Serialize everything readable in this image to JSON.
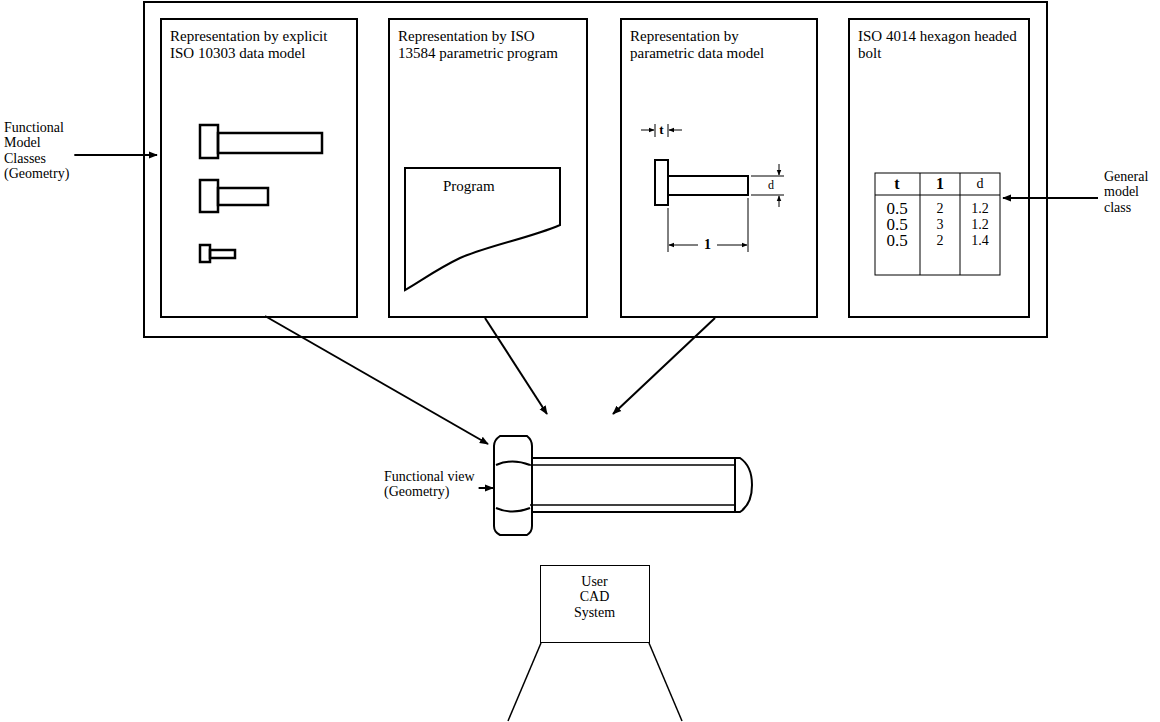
{
  "diagram": {
    "nodes": [
      {
        "text": [
          "Functional Model Classes (Geometry)"
        ]
      },
      {
        "text": [
          "Representation by explicit ISO 10303 data model"
        ],
        "in": 0
      },
      {
        "text": [
          "Representation by ISO 13584 parametric program"
        ],
        "in": 0
      },
      {
        "text": [
          "Program"
        ],
        "in": 2
      },
      {
        "text": [
          "Representation by parametric data model"
        ],
        "in": 0
      },
      {
        "text": [
          "ISO 4014 hexagon headed bolt"
        ],
        "in": 0
      },
      {
        "text": [
          "User CAD System"
        ]
      }
    ],
    "labels": [
      "t",
      "1",
      "d",
      "t",
      "1",
      "d",
      "0.5",
      "2",
      "1.2",
      "0.5",
      "3",
      "1.2",
      "0.5",
      "2",
      "1.4",
      "General model class",
      "Functional view (Geometry)"
    ]
  }
}
